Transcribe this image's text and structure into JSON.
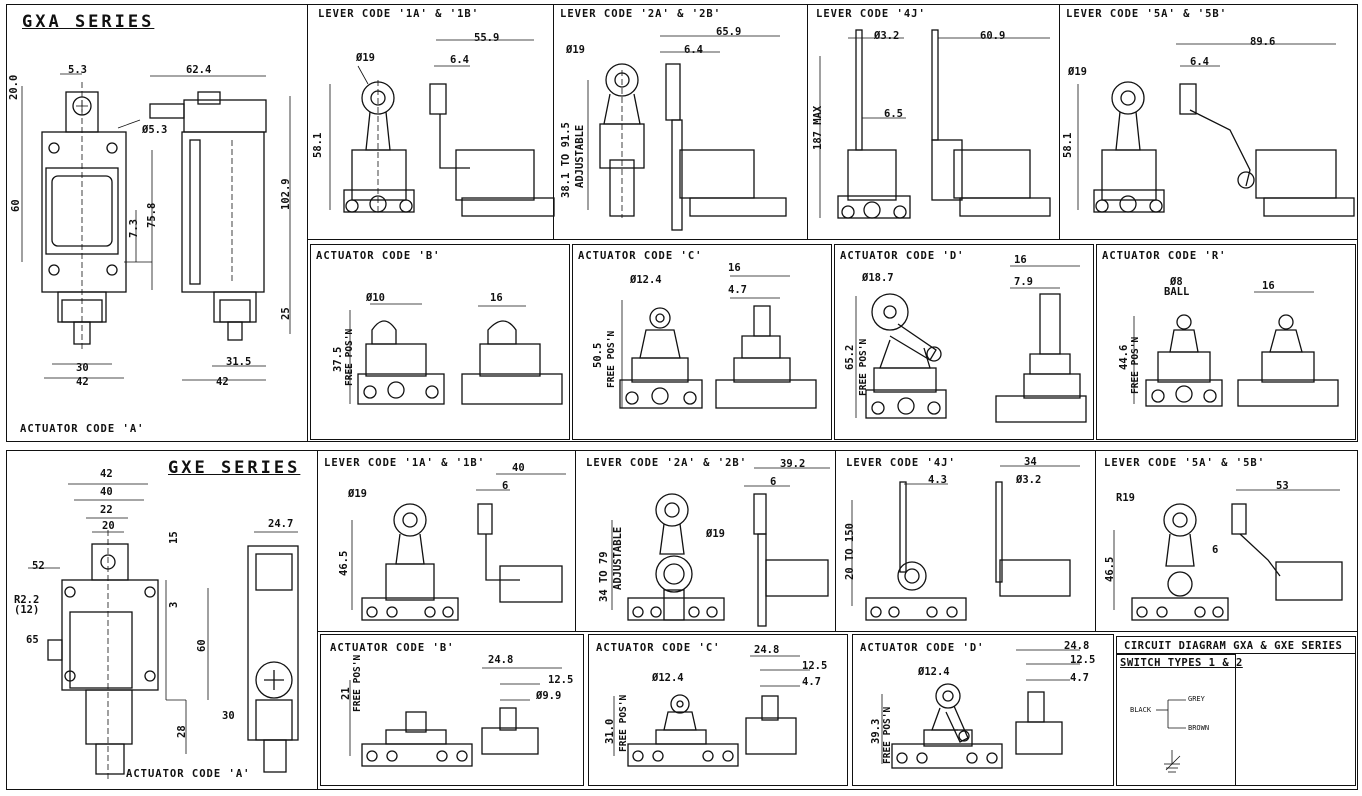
{
  "gxa": {
    "title": "GXA SERIES",
    "actuator_a": "ACTUATOR CODE 'A'",
    "dims": {
      "d5_3": "5.3",
      "d62_4": "62.4",
      "d20_0": "20.0",
      "d05_3": "Ø5.3",
      "d60": "60",
      "d7_3": "7.3",
      "d75_8": "75.8",
      "d102_9": "102.9",
      "d25": "25",
      "d30": "30",
      "d42a": "42",
      "d31_5": "31.5",
      "d42b": "42"
    },
    "levers": [
      {
        "title": "LEVER CODE '1A' & '1B'",
        "dims": [
          "Ø19",
          "55.9",
          "6.4",
          "58.1"
        ]
      },
      {
        "title": "LEVER CODE '2A' & '2B'",
        "dims": [
          "Ø19",
          "65.9",
          "6.4",
          "38.1 TO 91.5",
          "ADJUSTABLE"
        ]
      },
      {
        "title": "LEVER CODE '4J'",
        "dims": [
          "Ø3.2",
          "60.9",
          "6.5",
          "187 MAX"
        ]
      },
      {
        "title": "LEVER CODE '5A' & '5B'",
        "dims": [
          "Ø19",
          "89.6",
          "6.4",
          "58.1"
        ]
      }
    ],
    "actuators": [
      {
        "title": "ACTUATOR CODE 'B'",
        "dims": [
          "Ø10",
          "16",
          "37.5",
          "FREE POS'N"
        ]
      },
      {
        "title": "ACTUATOR CODE 'C'",
        "dims": [
          "Ø12.4",
          "16",
          "4.7",
          "50.5",
          "FREE POS'N"
        ]
      },
      {
        "title": "ACTUATOR CODE 'D'",
        "dims": [
          "Ø18.7",
          "16",
          "7.9",
          "65.2",
          "FREE POS'N"
        ]
      },
      {
        "title": "ACTUATOR CODE 'R'",
        "dims": [
          "Ø8",
          "BALL",
          "16",
          "44.6",
          "FREE POS'N"
        ]
      }
    ]
  },
  "gxe": {
    "title": "GXE SERIES",
    "actuator_a": "ACTUATOR CODE 'A'",
    "dims": {
      "d42": "42",
      "d40": "40",
      "d22": "22",
      "d20": "20",
      "d15": "15",
      "d52": "52",
      "d24_7": "24.7",
      "dr2_2": "R2.2",
      "dr12": "(12)",
      "d3": "3",
      "d65": "65",
      "d60": "60",
      "d28": "28",
      "d30": "30"
    },
    "levers": [
      {
        "title": "LEVER CODE '1A' & '1B'",
        "dims": [
          "Ø19",
          "40",
          "6",
          "46.5"
        ]
      },
      {
        "title": "LEVER CODE '2A' & '2B'",
        "dims": [
          "Ø19",
          "39.2",
          "6",
          "34 TO 79",
          "ADJUSTABLE"
        ]
      },
      {
        "title": "LEVER CODE '4J'",
        "dims": [
          "4.3",
          "34",
          "Ø3.2",
          "20 TO 150"
        ]
      },
      {
        "title": "LEVER CODE '5A' & '5B'",
        "dims": [
          "R19",
          "53",
          "6",
          "46.5"
        ]
      }
    ],
    "actuators": [
      {
        "title": "ACTUATOR CODE 'B'",
        "dims": [
          "24.8",
          "12.5",
          "Ø9.9",
          "21",
          "FREE POS'N"
        ]
      },
      {
        "title": "ACTUATOR CODE 'C'",
        "dims": [
          "24.8",
          "12.5",
          "4.7",
          "Ø12.4",
          "31.0",
          "FREE POS'N"
        ]
      },
      {
        "title": "ACTUATOR CODE 'D'",
        "dims": [
          "24.8",
          "12.5",
          "4.7",
          "Ø12.4",
          "39.3",
          "FREE POS'N"
        ]
      }
    ]
  },
  "circuit": {
    "title": "CIRCUIT DIAGRAM GXA & GXE SERIES",
    "subtitle": "SWITCH TYPES 1 & 2",
    "labels": {
      "black": "BLACK",
      "grey": "GREY",
      "brown": "BROWN"
    }
  }
}
